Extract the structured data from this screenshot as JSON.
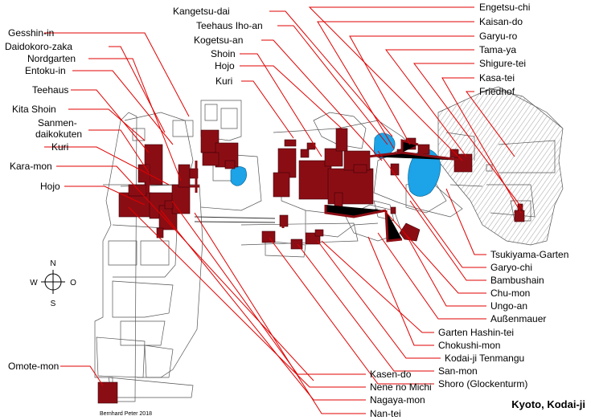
{
  "title": "Kyoto, Kodai-ji",
  "credit": "Bernhard Peter 2018",
  "compass": {
    "n": "N",
    "s": "S",
    "w": "W",
    "o": "O"
  },
  "colors": {
    "building": "#8b0d14",
    "pond": "#1ca3e8",
    "leader": "#e00000",
    "outline": "#555555"
  },
  "labels": {
    "gesshin_in": "Gesshin-in",
    "daidokoro_zaka": "Daidokoro-zaka",
    "nordgarten": "Nordgarten",
    "entoku_in": "Entoku-in",
    "teehaus": "Teehaus",
    "kita_shoin": "Kita Shoin",
    "sanmen_1": "Sanmen-",
    "sanmen_2": "daikokuten",
    "kuri_left": "Kuri",
    "kara_mon": "Kara-mon",
    "hojo_left": "Hojo",
    "omote_mon": "Omote-mon",
    "kangetsu_dai": "Kangetsu-dai",
    "teehaus_iho_an": "Teehaus Iho-an",
    "kogetsu_an": "Kogetsu-an",
    "shoin": "Shoin",
    "hojo_top": "Hojo",
    "kuri_top": "Kuri",
    "engetsu_chi": "Engetsu-chi",
    "kaisan_do": "Kaisan-do",
    "garyu_ro": "Garyu-ro",
    "tama_ya": "Tama-ya",
    "shigure_tei": "Shigure-tei",
    "kasa_tei": "Kasa-tei",
    "friedhof": "Friedhof",
    "tsukiyama_garten": "Tsukiyama-Garten",
    "garyo_chi": "Garyo-chi",
    "bambushain": "Bambushain",
    "chu_mon": "Chu-mon",
    "ungo_an": "Ungo-an",
    "aussenmauer": "Außenmauer",
    "garten_hashin_tei": "Garten Hashin-tei",
    "chokushi_mon": "Chokushi-mon",
    "kodai_ji_tenmangu": "Kodai-ji Tenmangu",
    "san_mon": "San-mon",
    "shoro": "Shoro (Glockenturm)",
    "kasen_do": "Kasen-do",
    "nene_no_michi": "Nene no Michi",
    "nagaya_mon": "Nagaya-mon",
    "nan_tei": "Nan-tei"
  }
}
